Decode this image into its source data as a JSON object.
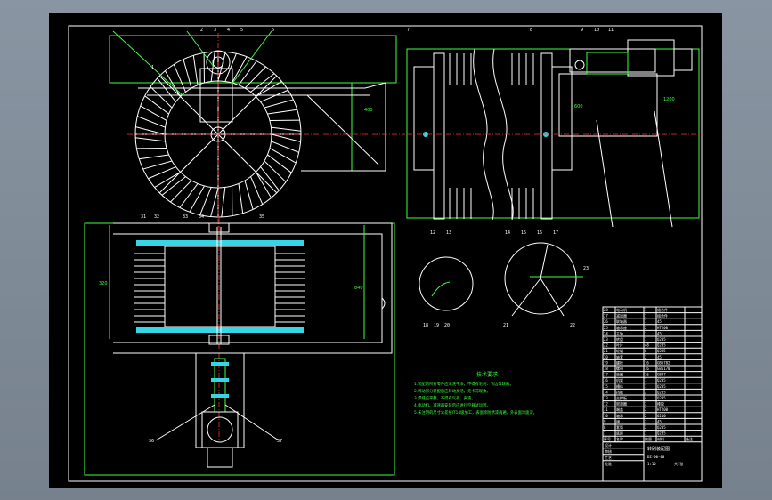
{
  "drawing": {
    "notes_title": "技术要求",
    "notes": [
      "1.装配前所有零件应清洗干净，不得有毛刺、飞边等缺陷。",
      "2.转动部分装配后应转动灵活，无卡滞现象。",
      "3.焊缝应平整，不得有气孔、夹渣。",
      "4.电动机、减速器安装后应进行空载试运转。",
      "5.未注明的尺寸公差按IT14级加工，表面涂防锈漆两遍，外表面涂面漆。"
    ],
    "callouts_top_left": [
      "1",
      "2",
      "3",
      "4",
      "5",
      "6"
    ],
    "callouts_top_right": [
      "7",
      "8",
      "9",
      "10",
      "11"
    ],
    "callouts_mid": [
      "31",
      "32",
      "33",
      "34",
      "35"
    ],
    "callouts_circles": [
      "12",
      "13",
      "14",
      "15",
      "16",
      "17",
      "18",
      "19",
      "20",
      "21",
      "22",
      "23"
    ],
    "callouts_bottom": [
      "36",
      "37"
    ],
    "dims": {
      "h1": "600",
      "h2": "840",
      "h3": "1200",
      "h4": "320",
      "v1": "400"
    }
  },
  "title_block": {
    "header": [
      "序号",
      "名称",
      "数量",
      "材料",
      "备注"
    ],
    "rows": [
      [
        "28",
        "电动机",
        "1",
        "组合件",
        ""
      ],
      [
        "27",
        "减速器",
        "1",
        "组合件",
        ""
      ],
      [
        "26",
        "联轴器",
        "1",
        "45",
        ""
      ],
      [
        "25",
        "轴承座",
        "2",
        "HT200",
        ""
      ],
      [
        "24",
        "主轴",
        "1",
        "45",
        ""
      ],
      [
        "23",
        "转盘",
        "1",
        "Q235",
        ""
      ],
      [
        "22",
        "叶片",
        "48",
        "Q235",
        ""
      ],
      [
        "21",
        "轮辐",
        "6",
        "Q235",
        ""
      ],
      [
        "20",
        "轴套",
        "2",
        "45",
        ""
      ],
      [
        "19",
        "螺栓",
        "16",
        "GB5782",
        ""
      ],
      [
        "18",
        "螺母",
        "16",
        "GB6170",
        ""
      ],
      [
        "17",
        "垫圈",
        "16",
        "GB97",
        ""
      ],
      [
        "16",
        "机架",
        "1",
        "Q235",
        ""
      ],
      [
        "15",
        "槽体",
        "1",
        "Q235",
        ""
      ],
      [
        "14",
        "挡板",
        "2",
        "Q235",
        ""
      ],
      [
        "13",
        "支撑板",
        "4",
        "Q235",
        ""
      ],
      [
        "12",
        "密封圈",
        "2",
        "橡胶",
        ""
      ],
      [
        "11",
        "端盖",
        "2",
        "HT200",
        ""
      ],
      [
        "10",
        "轴承",
        "2",
        "6210",
        ""
      ],
      [
        "9",
        "键",
        "2",
        "45",
        ""
      ],
      [
        "8",
        "套筒",
        "2",
        "Q235",
        ""
      ],
      [
        "7",
        "底座",
        "1",
        "Q235",
        ""
      ]
    ],
    "sign_rows": [
      "设计",
      "审核",
      "工艺",
      "批准"
    ],
    "drawing_name": "转刷装配图",
    "drawing_no": "DZ-00-00",
    "scale": "1:10",
    "sheet": "共1张"
  }
}
